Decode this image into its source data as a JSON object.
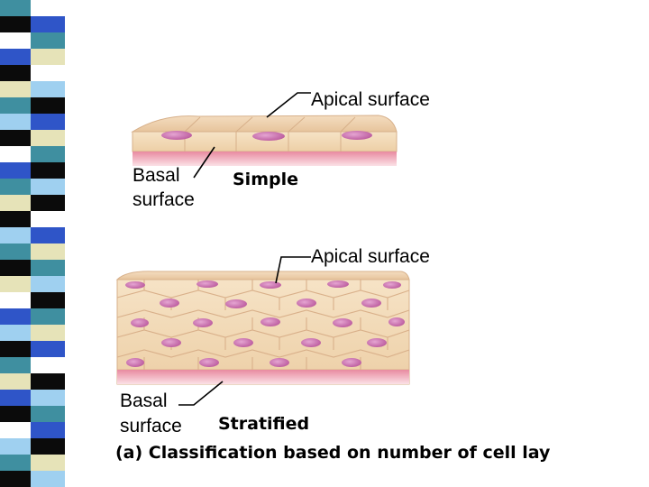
{
  "slide": {
    "decor_stripe": {
      "colors": [
        "#ffffff",
        "#3f8fa0",
        "#0b0b0b",
        "#2f55c8",
        "#e6e3b8",
        "#9fd0f0"
      ]
    },
    "simple_panel": {
      "apical_label": "Apical surface",
      "basal_label_line1": "Basal",
      "basal_label_line2": "surface",
      "type_label": "Simple"
    },
    "stratified_panel": {
      "apical_label": "Apical surface",
      "basal_label_line1": "Basal",
      "basal_label_line2": "surface",
      "type_label": "Stratified"
    },
    "caption": "(a) Classification based on number of cell lay"
  },
  "colors": {
    "cell_fill": "#f1d4ae",
    "cell_border": "#d9b08a",
    "nucleus": "#c86aa8",
    "basement": "#e49aa6",
    "connective": "#f6c8cf"
  }
}
